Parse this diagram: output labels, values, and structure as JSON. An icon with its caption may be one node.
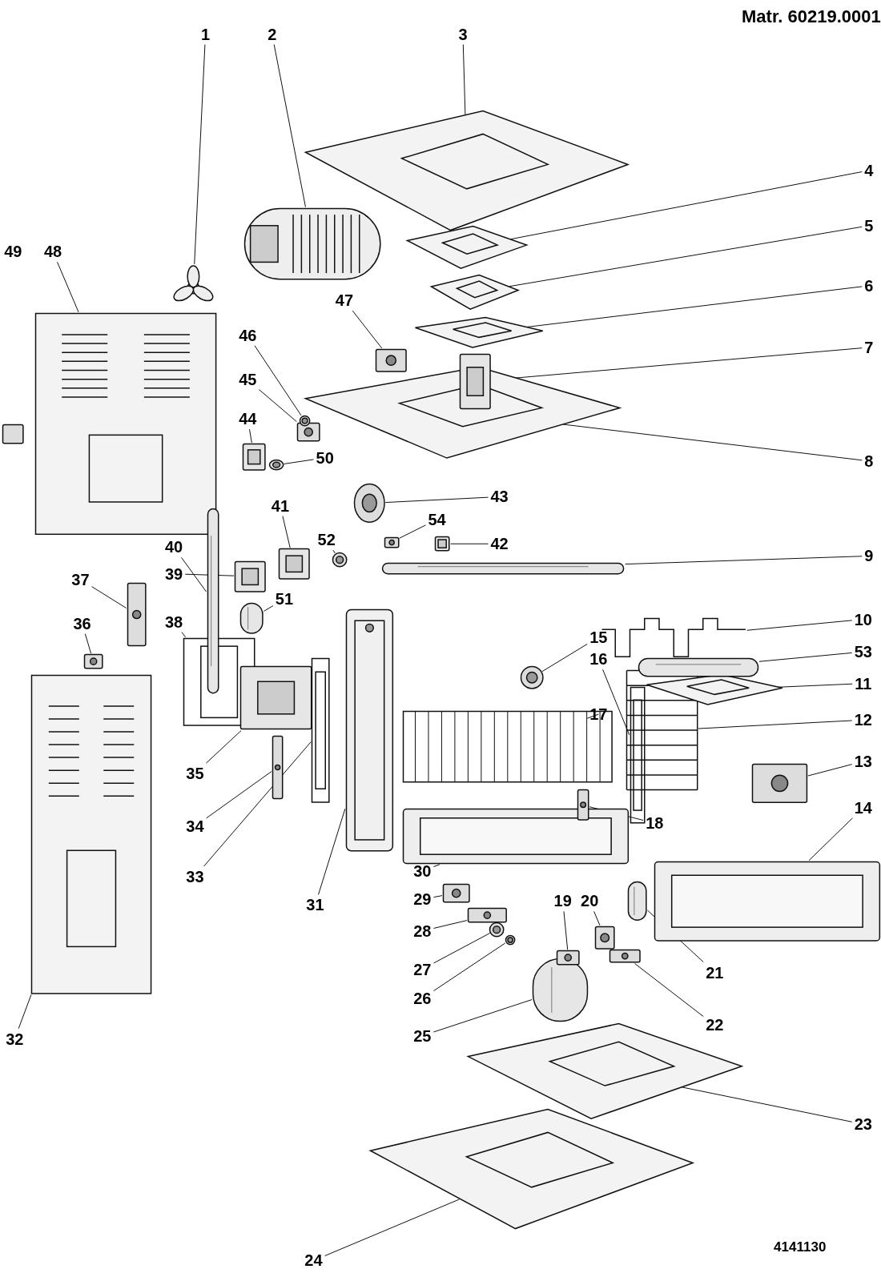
{
  "diagram": {
    "nodes": [
      {
        "text": [
          "1"
        ]
      },
      {
        "text": [],
        "shape": "picture"
      },
      {
        "text": [
          "2"
        ]
      },
      {
        "text": [],
        "shape": "picture"
      },
      {
        "text": [
          "3"
        ]
      },
      {
        "text": [],
        "shape": "picture"
      },
      {
        "text": [
          "4"
        ]
      },
      {
        "text": [],
        "shape": "picture"
      },
      {
        "text": [
          "5"
        ]
      },
      {
        "text": [],
        "shape": "picture"
      },
      {
        "text": [
          "6"
        ]
      },
      {
        "text": [],
        "shape": "picture"
      },
      {
        "text": [
          "7"
        ]
      },
      {
        "text": [],
        "shape": "picture"
      },
      {
        "text": [
          "8"
        ]
      },
      {
        "text": [],
        "shape": "picture"
      },
      {
        "text": [
          "9"
        ]
      },
      {
        "text": [],
        "shape": "picture"
      },
      {
        "text": [
          "10"
        ]
      },
      {
        "text": [],
        "shape": "picture"
      },
      {
        "text": [
          "11"
        ]
      },
      {
        "text": [],
        "shape": "picture"
      },
      {
        "text": [
          "12"
        ]
      },
      {
        "text": [],
        "shape": "picture"
      },
      {
        "text": [
          "13"
        ]
      },
      {
        "text": [],
        "shape": "picture"
      },
      {
        "text": [
          "14"
        ]
      },
      {
        "text": [],
        "shape": "picture"
      },
      {
        "text": [
          "15"
        ]
      },
      {
        "text": [],
        "shape": "picture"
      },
      {
        "text": [
          "16"
        ]
      },
      {
        "text": [],
        "shape": "picture"
      },
      {
        "text": [
          "17"
        ]
      },
      {
        "text": [],
        "shape": "picture"
      },
      {
        "text": [
          "18"
        ]
      },
      {
        "text": [],
        "shape": "picture"
      },
      {
        "text": [
          "19"
        ]
      },
      {
        "text": [],
        "shape": "picture"
      },
      {
        "text": [
          "20"
        ]
      },
      {
        "text": [],
        "shape": "picture"
      },
      {
        "text": [
          "21"
        ]
      },
      {
        "text": [],
        "shape": "picture"
      },
      {
        "text": [
          "22"
        ]
      },
      {
        "text": [],
        "shape": "picture"
      },
      {
        "text": [
          "23"
        ]
      },
      {
        "text": [],
        "shape": "picture"
      },
      {
        "text": [
          "24"
        ]
      },
      {
        "text": [],
        "shape": "picture"
      },
      {
        "text": [
          "25"
        ]
      },
      {
        "text": [],
        "shape": "picture"
      },
      {
        "text": [
          "26"
        ]
      },
      {
        "text": [],
        "shape": "picture"
      },
      {
        "text": [
          "27"
        ]
      },
      {
        "text": [],
        "shape": "picture"
      },
      {
        "text": [
          "28"
        ]
      },
      {
        "text": [],
        "shape": "picture"
      },
      {
        "text": [
          "29"
        ]
      },
      {
        "text": [],
        "shape": "picture"
      },
      {
        "text": [
          "30"
        ]
      },
      {
        "text": [],
        "shape": "picture"
      },
      {
        "text": [
          "31"
        ]
      },
      {
        "text": [],
        "shape": "picture"
      },
      {
        "text": [
          "32"
        ]
      },
      {
        "text": [],
        "shape": "picture"
      },
      {
        "text": [
          "33"
        ]
      },
      {
        "text": [],
        "shape": "picture"
      },
      {
        "text": [
          "34"
        ]
      },
      {
        "text": [],
        "shape": "picture"
      },
      {
        "text": [
          "35"
        ]
      },
      {
        "text": [],
        "shape": "picture"
      },
      {
        "text": [
          "36"
        ]
      },
      {
        "text": [],
        "shape": "picture"
      },
      {
        "text": [
          "37"
        ]
      },
      {
        "text": [],
        "shape": "picture"
      },
      {
        "text": [
          "38"
        ]
      },
      {
        "text": [],
        "shape": "picture"
      },
      {
        "text": [
          "39"
        ]
      },
      {
        "text": [],
        "shape": "picture"
      },
      {
        "text": [
          "40"
        ]
      },
      {
        "text": [],
        "shape": "picture"
      },
      {
        "text": [
          "41"
        ]
      },
      {
        "text": [],
        "shape": "picture"
      },
      {
        "text": [
          "42"
        ]
      },
      {
        "text": [],
        "shape": "picture"
      },
      {
        "text": [
          "43"
        ]
      },
      {
        "text": [],
        "shape": "picture"
      },
      {
        "text": [
          "44"
        ]
      },
      {
        "text": [],
        "shape": "picture"
      },
      {
        "text": [
          "45"
        ]
      },
      {
        "text": [],
        "shape": "picture"
      },
      {
        "text": [
          "46"
        ]
      },
      {
        "text": [],
        "shape": "picture"
      },
      {
        "text": [
          "47"
        ]
      },
      {
        "text": [],
        "shape": "picture"
      },
      {
        "text": [
          "48"
        ]
      },
      {
        "text": [],
        "shape": "picture"
      },
      {
        "text": [
          "50"
        ]
      },
      {
        "text": [],
        "shape": "picture"
      },
      {
        "text": [
          "51"
        ]
      },
      {
        "text": [],
        "shape": "picture"
      },
      {
        "text": [
          "52"
        ]
      },
      {
        "text": [],
        "shape": "picture"
      },
      {
        "text": [
          "53"
        ]
      },
      {
        "text": [],
        "shape": "picture"
      },
      {
        "text": [
          "54"
        ]
      },
      {
        "text": [],
        "shape": "picture"
      }
    ],
    "edges": [
      {
        "from": 0,
        "to": 1,
        "arrow": "none"
      },
      {
        "from": 2,
        "to": 3,
        "arrow": "none"
      },
      {
        "from": 4,
        "to": 5,
        "arrow": "none"
      },
      {
        "from": 6,
        "to": 7,
        "arrow": "none"
      },
      {
        "from": 8,
        "to": 9,
        "arrow": "none"
      },
      {
        "from": 10,
        "to": 11,
        "arrow": "none"
      },
      {
        "from": 12,
        "to": 13,
        "arrow": "none"
      },
      {
        "from": 14,
        "to": 15,
        "arrow": "none"
      },
      {
        "from": 16,
        "to": 17,
        "arrow": "none"
      },
      {
        "from": 18,
        "to": 19,
        "arrow": "none"
      },
      {
        "from": 20,
        "to": 21,
        "arrow": "none"
      },
      {
        "from": 22,
        "to": 23,
        "arrow": "none"
      },
      {
        "from": 24,
        "to": 25,
        "arrow": "none"
      },
      {
        "from": 26,
        "to": 27,
        "arrow": "none"
      },
      {
        "from": 28,
        "to": 29,
        "arrow": "none"
      },
      {
        "from": 30,
        "to": 31,
        "arrow": "none"
      },
      {
        "from": 32,
        "to": 33,
        "arrow": "none"
      },
      {
        "from": 34,
        "to": 35,
        "arrow": "none"
      },
      {
        "from": 36,
        "to": 37,
        "arrow": "none"
      },
      {
        "from": 38,
        "to": 39,
        "arrow": "none"
      },
      {
        "from": 40,
        "to": 41,
        "arrow": "none"
      },
      {
        "from": 42,
        "to": 43,
        "arrow": "none"
      },
      {
        "from": 44,
        "to": 45,
        "arrow": "none"
      },
      {
        "from": 46,
        "to": 47,
        "arrow": "none"
      },
      {
        "from": 48,
        "to": 49,
        "arrow": "none"
      },
      {
        "from": 50,
        "to": 51,
        "arrow": "none"
      },
      {
        "from": 52,
        "to": 53,
        "arrow": "none"
      },
      {
        "from": 54,
        "to": 55,
        "arrow": "none"
      },
      {
        "from": 56,
        "to": 57,
        "arrow": "none"
      },
      {
        "from": 58,
        "to": 59,
        "arrow": "none"
      },
      {
        "from": 60,
        "to": 61,
        "arrow": "none"
      },
      {
        "from": 62,
        "to": 63,
        "arrow": "none"
      },
      {
        "from": 64,
        "to": 65,
        "arrow": "none"
      },
      {
        "from": 66,
        "to": 67,
        "arrow": "none"
      },
      {
        "from": 68,
        "to": 69,
        "arrow": "none"
      },
      {
        "from": 70,
        "to": 71,
        "arrow": "none"
      },
      {
        "from": 72,
        "to": 73,
        "arrow": "none"
      },
      {
        "from": 74,
        "to": 75,
        "arrow": "none"
      },
      {
        "from": 76,
        "to": 77,
        "arrow": "none"
      },
      {
        "from": 78,
        "to": 79,
        "arrow": "none"
      },
      {
        "from": 80,
        "to": 81,
        "arrow": "none"
      },
      {
        "from": 82,
        "to": 83,
        "arrow": "none"
      },
      {
        "from": 84,
        "to": 85,
        "arrow": "none"
      },
      {
        "from": 86,
        "to": 87,
        "arrow": "none"
      },
      {
        "from": 88,
        "to": 89,
        "arrow": "none"
      },
      {
        "from": 90,
        "to": 91,
        "arrow": "none"
      },
      {
        "from": 92,
        "to": 93,
        "arrow": "none"
      },
      {
        "from": 94,
        "to": 95,
        "arrow": "none"
      },
      {
        "from": 96,
        "to": 97,
        "arrow": "none"
      },
      {
        "from": 98,
        "to": 99,
        "arrow": "none"
      },
      {
        "from": 100,
        "to": 101,
        "arrow": "none"
      },
      {
        "from": 102,
        "to": 103,
        "arrow": "none"
      },
      {
        "from": 104,
        "to": 105,
        "arrow": "none"
      }
    ],
    "labels": [
      "Matr. 60219.0001",
      "49",
      "4141130"
    ]
  }
}
